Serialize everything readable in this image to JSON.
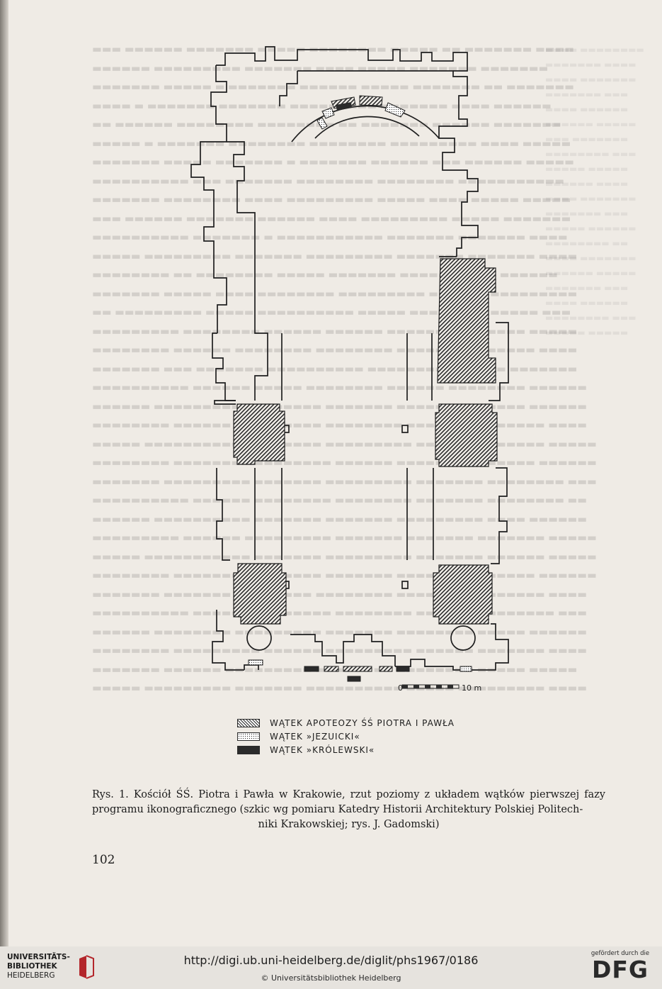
{
  "figure": {
    "legend": [
      {
        "key": "apoteozy",
        "label": "WĄTEK APOTEOZY ŚŚ PIOTRA I PAWŁA",
        "pattern": "diagonal-hatch"
      },
      {
        "key": "jezuicki",
        "label": "WĄTEK »JEZUICKI«",
        "pattern": "dotted"
      },
      {
        "key": "krolewski",
        "label": "WĄTEK »KRÓLEWSKI«",
        "pattern": "solid-dark"
      }
    ],
    "scale_start": "0",
    "scale_end": "10 m"
  },
  "caption": {
    "lines": [
      "Rys. 1. Kościół ŚŚ. Piotra i Pawła w Krakowie, rzut poziomy z układem wątków pierwszej fazy",
      "programu ikonograficznego (szkic wg pomiaru Katedry Historii Architektury Polskiej Politech-",
      "niki Krakowskiej; rys. J. Gadomski)"
    ]
  },
  "page_number": "102",
  "footer": {
    "library_line1": "UNIVERSITÄTS-",
    "library_line2": "BIBLIOTHEK",
    "library_line3": "HEIDELBERG",
    "url": "http://digi.ub.uni-heidelberg.de/diglit/phs1967/0186",
    "copyright": "© Universitätsbibliothek Heidelberg",
    "funder_note": "gefördert durch die",
    "funder_name": "DFG"
  },
  "colors": {
    "ink": "#1c1c1c",
    "paper": "#efebe5",
    "footer_bg": "#e6e3de",
    "logo_red": "#b3262b"
  },
  "icons": [
    "university-library-logo",
    "dfg-logo"
  ]
}
